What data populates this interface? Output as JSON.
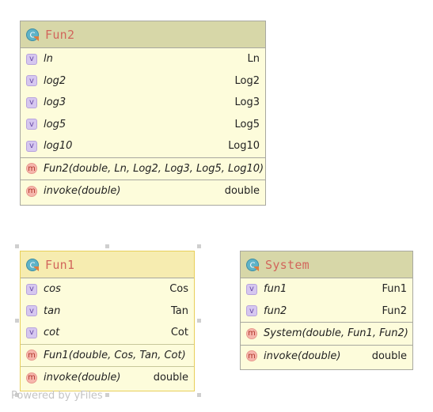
{
  "nodes": {
    "fun2": {
      "title": "Fun2",
      "fields": [
        {
          "name": "ln",
          "type": "Ln"
        },
        {
          "name": "log2",
          "type": "Log2"
        },
        {
          "name": "log3",
          "type": "Log3"
        },
        {
          "name": "log5",
          "type": "Log5"
        },
        {
          "name": "log10",
          "type": "Log10"
        }
      ],
      "constructor": "Fun2(double, Ln, Log2, Log3, Log5, Log10)",
      "method": {
        "name": "invoke(double)",
        "type": "double"
      }
    },
    "fun1": {
      "title": "Fun1",
      "fields": [
        {
          "name": "cos",
          "type": "Cos"
        },
        {
          "name": "tan",
          "type": "Tan"
        },
        {
          "name": "cot",
          "type": "Cot"
        }
      ],
      "constructor": "Fun1(double, Cos, Tan, Cot)",
      "method": {
        "name": "invoke(double)",
        "type": "double"
      }
    },
    "system": {
      "title": "System",
      "fields": [
        {
          "name": "fun1",
          "type": "Fun1"
        },
        {
          "name": "fun2",
          "type": "Fun2"
        }
      ],
      "constructor": "System(double, Fun1, Fun2)",
      "method": {
        "name": "invoke(double)",
        "type": "double"
      }
    }
  },
  "badges": {
    "field": "v",
    "method": "m"
  },
  "icons": {
    "class": "class-icon"
  },
  "colors": {
    "header": "#d7d7a8",
    "body": "#fdfcdb",
    "title": "#d2665c",
    "selected_border": "#e8cf5a"
  },
  "watermark": "Powered by yFiles"
}
